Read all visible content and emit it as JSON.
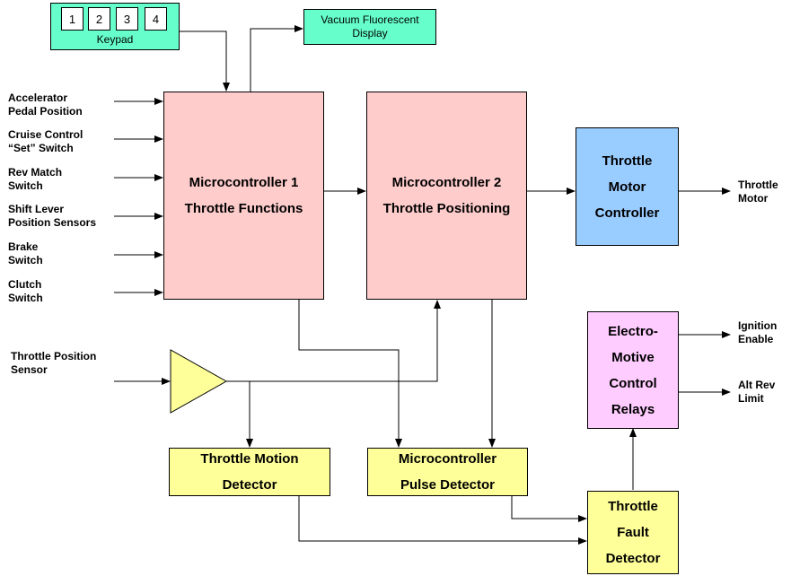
{
  "keypad": {
    "keys": [
      "1",
      "2",
      "3",
      "4"
    ],
    "label": "Keypad"
  },
  "display": {
    "line1": "Vacuum Fluorescent",
    "line2": "Display"
  },
  "mc1": {
    "line1": "Microcontroller 1",
    "line2": "Throttle Functions"
  },
  "mc2": {
    "line1": "Microcontroller 2",
    "line2": "Throttle Positioning"
  },
  "tmc": {
    "line1": "Throttle",
    "line2": "Motor",
    "line3": "Controller"
  },
  "relays": {
    "line1": "Electro-",
    "line2": "Motive",
    "line3": "Control",
    "line4": "Relays"
  },
  "motion": {
    "line1": "Throttle Motion",
    "line2": "Detector"
  },
  "pulse": {
    "line1": "Microcontroller",
    "line2": "Pulse Detector"
  },
  "fault": {
    "line1": "Throttle",
    "line2": "Fault",
    "line3": "Detector"
  },
  "inputs": [
    {
      "line1": "Accelerator",
      "line2": "Pedal Position"
    },
    {
      "line1": "Cruise Control",
      "line2": "“Set” Switch"
    },
    {
      "line1": "Rev Match",
      "line2": "Switch"
    },
    {
      "line1": "Shift Lever",
      "line2": "Position Sensors"
    },
    {
      "line1": "Brake",
      "line2": "Switch"
    },
    {
      "line1": "Clutch",
      "line2": "Switch"
    }
  ],
  "sensor": {
    "line1": "Throttle Position",
    "line2": "Sensor"
  },
  "outputs": {
    "motor": {
      "line1": "Throttle",
      "line2": "Motor"
    },
    "ignition": {
      "line1": "Ignition",
      "line2": "Enable"
    },
    "altrev": {
      "line1": "Alt Rev",
      "line2": "Limit"
    }
  }
}
